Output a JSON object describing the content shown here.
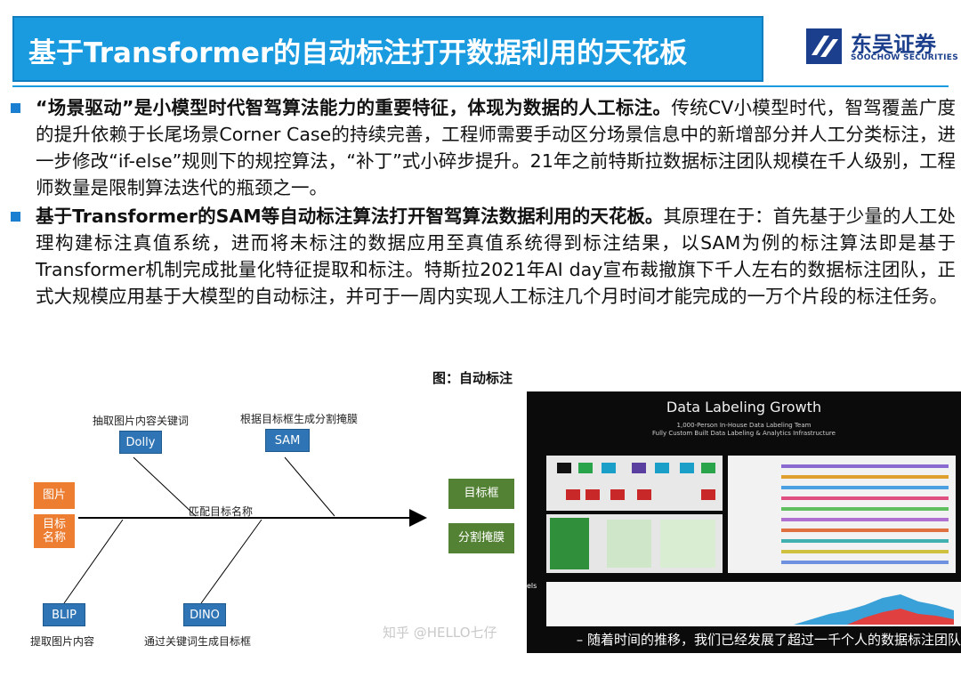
{
  "header": {
    "title": "基于Transformer的自动标注打开数据利用的天花板",
    "logo_cn": "东吴证券",
    "logo_en": "SOOCHOW SECURITIES"
  },
  "bullets": [
    {
      "bold": "“场景驱动”是小模型时代智驾算法能力的重要特征，体现为数据的人工标注。",
      "text": "传统CV小模型时代，智驾覆盖广度的提升依赖于长尾场景Corner Case的持续完善，工程师需要手动区分场景信息中的新增部分并人工分类标注，进一步修改“if-else”规则下的规控算法，“补丁”式小碎步提升。21年之前特斯拉数据标注团队规模在千人级别，工程师数量是限制算法迭代的瓶颈之一。"
    },
    {
      "bold": "基于Transformer的SAM等自动标注算法打开智驾算法数据利用的天花板。",
      "text": "其原理在于：首先基于少量的人工处理构建标注真值系统，进而将未标注的数据应用至真值系统得到标注结果，以SAM为例的标注算法即是基于Transformer机制完成批量化特征提取和标注。特斯拉2021年AI day宣布裁撤旗下千人左右的数据标注团队，正式大规模应用基于大模型的自动标注，并可于一周内实现人工标注几个月时间才能完成的一万个片段的标注任务。"
    }
  ],
  "figure": {
    "title": "图：自动标注",
    "diagram": {
      "input_image": "图片",
      "input_name": "目标\n名称",
      "dolly": "Dolly",
      "dolly_label": "抽取图片内容关键词",
      "sam": "SAM",
      "sam_label": "根据目标框生成分割掩膜",
      "spine_label": "匹配目标名称",
      "blip": "BLIP",
      "blip_label": "提取图片内容",
      "dino": "DINO",
      "dino_label": "通过关键词生成目标框",
      "out_box": "目标框",
      "out_mask": "分割掩膜"
    },
    "photo": {
      "title": "Data Labeling Growth",
      "subtitle1": "1,000-Person In-House Data Labeling Team",
      "subtitle2": "Fully Custom Built Data Labeling & Analytics Infrastructure",
      "side_label": "els",
      "caption": "– 随着时间的推移，我们已经发展了超过一千个人的数据标注团队"
    },
    "watermark": "知乎 @HELLO七仔"
  },
  "colors": {
    "title_bg": "#1a9be0",
    "bullet": "#1a7fd0",
    "blue_box": "#2f74b5",
    "orange_box": "#ed7d31",
    "green_box": "#548235",
    "logo": "#1b3f8c"
  }
}
